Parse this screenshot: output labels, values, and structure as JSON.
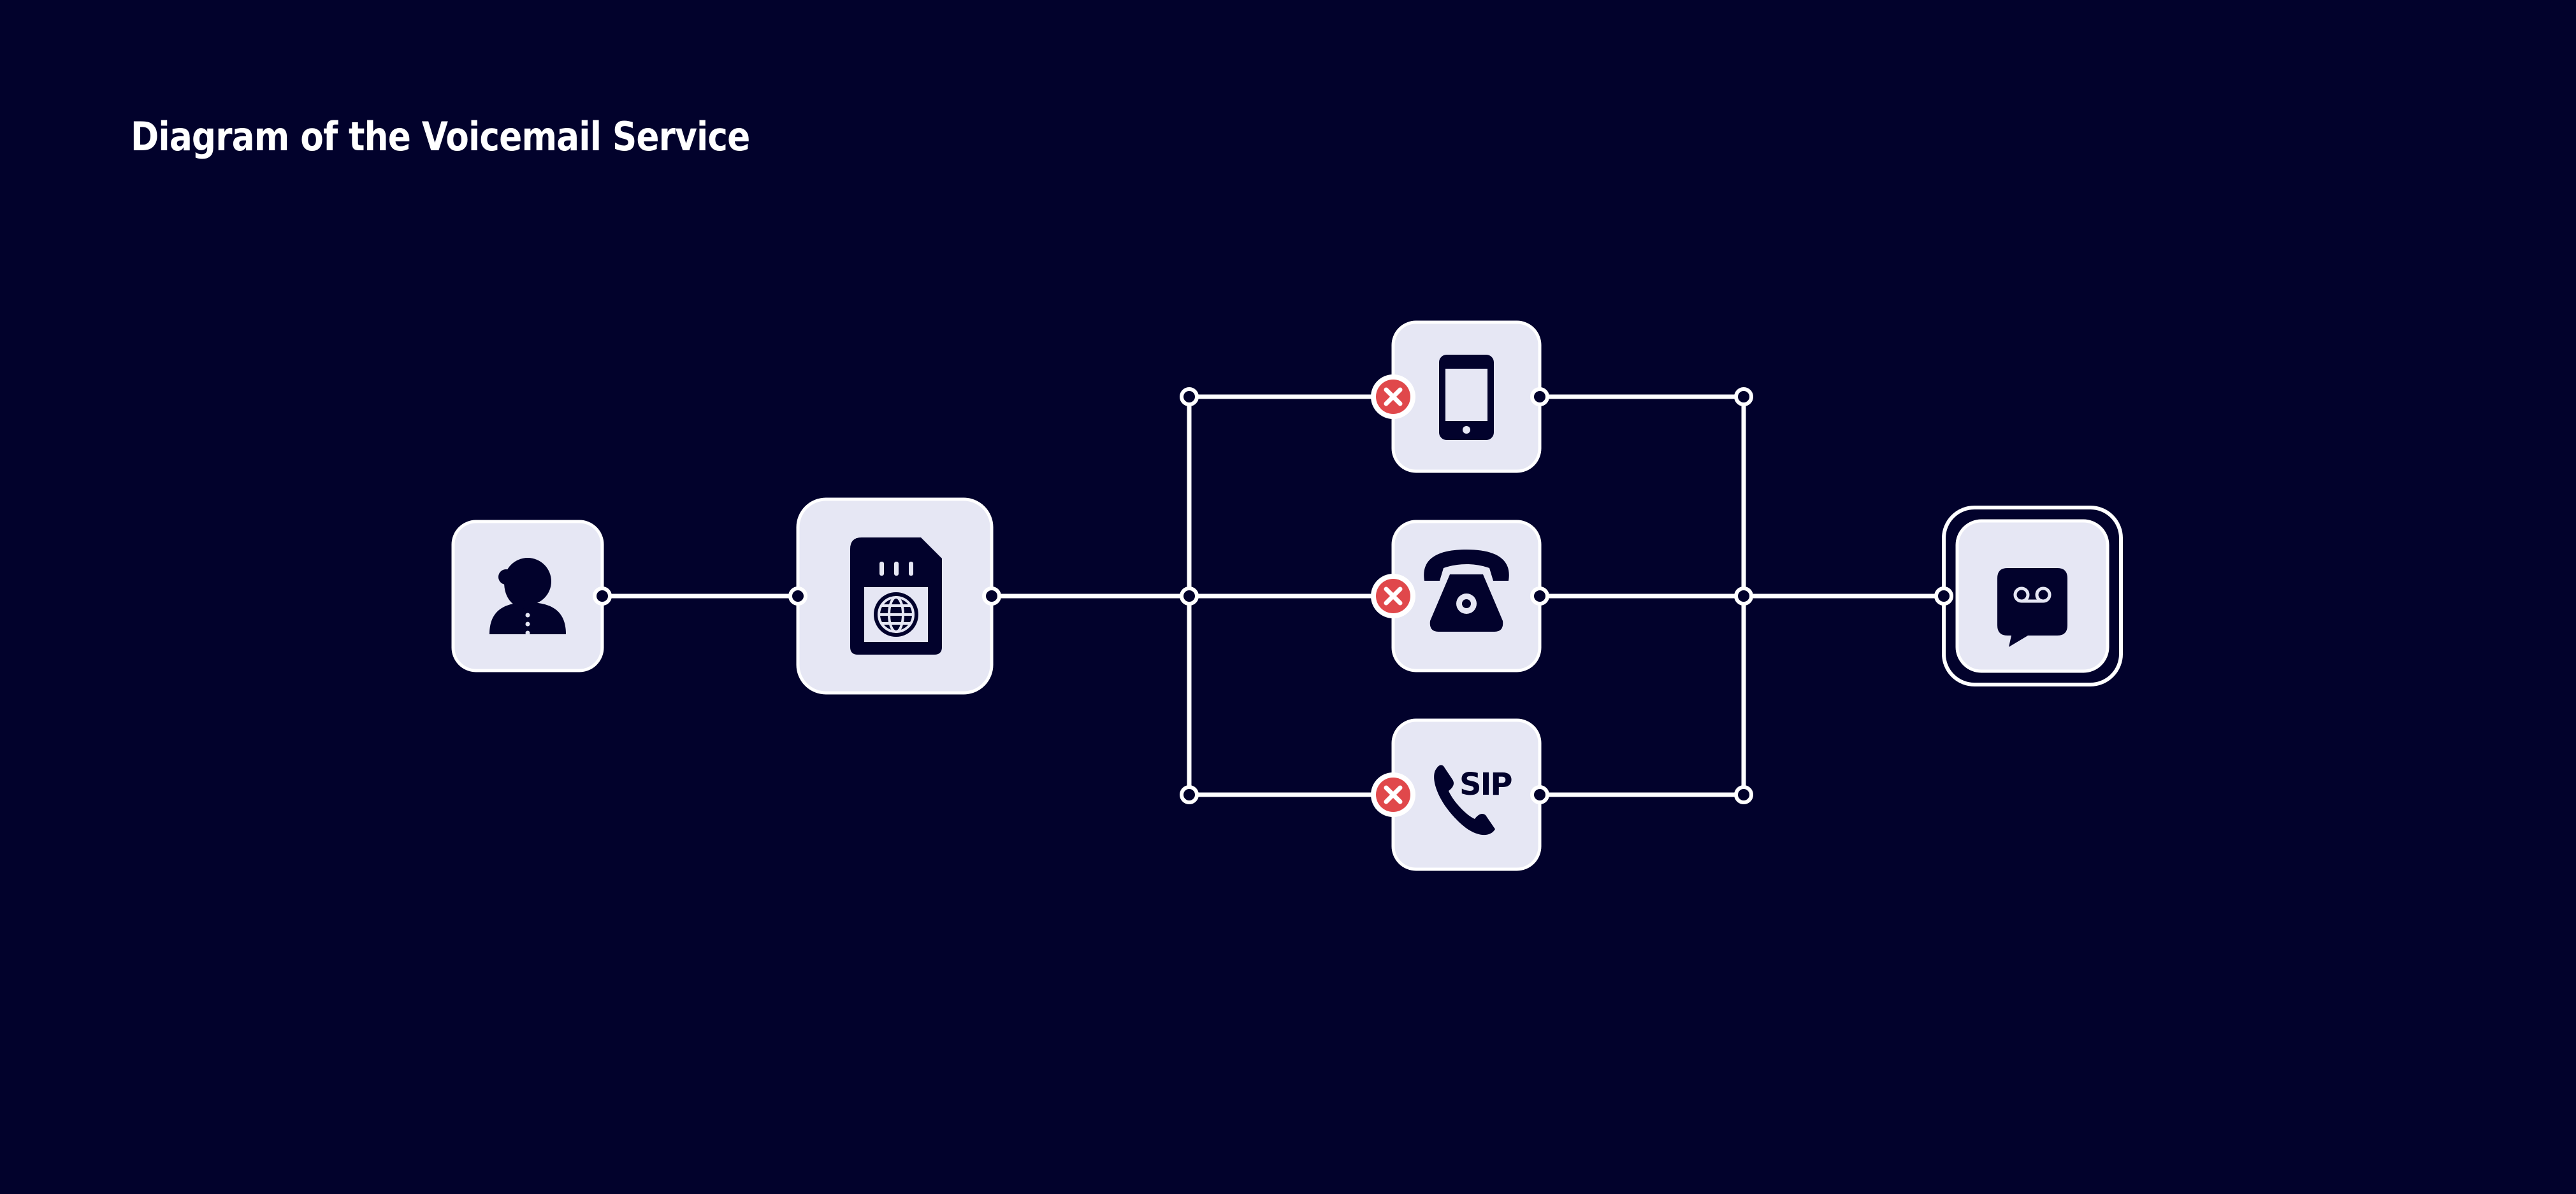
{
  "title": "Diagram of the Voicemail Service",
  "colors": {
    "background": "#02022c",
    "node_fill": "#e6e7f4",
    "node_border": "#ffffff",
    "icon": "#02022c",
    "line": "#ffffff",
    "error_badge": "#e0484b"
  },
  "nodes": [
    {
      "id": "caller",
      "icon": "caller-headset-icon",
      "status": "normal"
    },
    {
      "id": "sim",
      "icon": "sim-card-globe-icon",
      "status": "normal"
    },
    {
      "id": "mobile",
      "icon": "mobile-phone-icon",
      "status": "error"
    },
    {
      "id": "landline",
      "icon": "landline-phone-icon",
      "status": "error"
    },
    {
      "id": "sip",
      "icon": "sip-phone-icon",
      "label": "SIP",
      "status": "error"
    },
    {
      "id": "voicemail",
      "icon": "voicemail-message-icon",
      "status": "highlighted"
    }
  ],
  "edges": [
    {
      "from": "caller",
      "to": "sim"
    },
    {
      "from": "sim",
      "to": "mobile"
    },
    {
      "from": "sim",
      "to": "landline"
    },
    {
      "from": "sim",
      "to": "sip"
    },
    {
      "from": "mobile",
      "to": "voicemail"
    },
    {
      "from": "landline",
      "to": "voicemail"
    },
    {
      "from": "sip",
      "to": "voicemail"
    }
  ]
}
